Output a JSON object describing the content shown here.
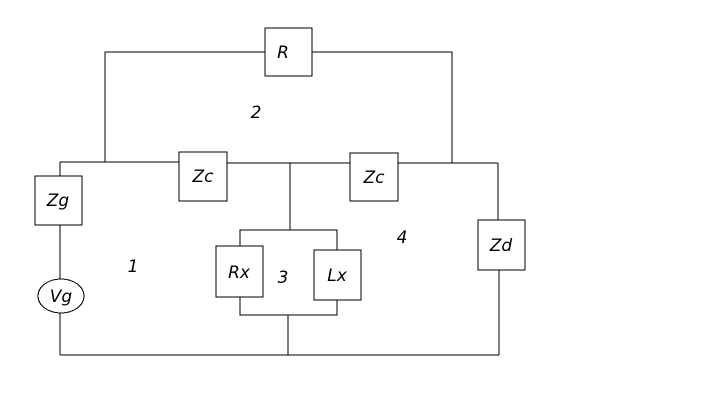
{
  "components": {
    "r": "R",
    "zc_left": "Zc",
    "zc_right": "Zc",
    "zg": "Zg",
    "vg": "Vg",
    "rx": "Rx",
    "lx": "Lx",
    "zd": "Zd"
  },
  "loops": {
    "loop1": "1",
    "loop2": "2",
    "loop3": "3",
    "loop4": "4"
  }
}
